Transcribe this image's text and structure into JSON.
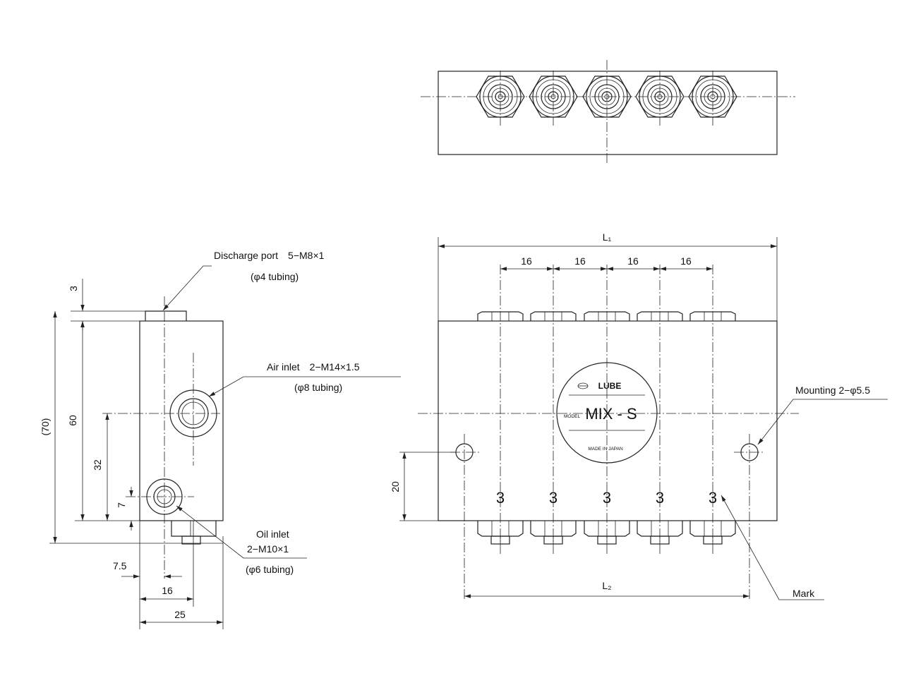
{
  "labels": {
    "discharge_port": "Discharge port　5−M8×1",
    "discharge_tubing": "(φ4 tubing)",
    "air_inlet": "Air inlet　2−M14×1.5",
    "air_tubing": "(φ8 tubing)",
    "oil_inlet_1": "Oil inlet",
    "oil_inlet_2": "2−M10×1",
    "oil_tubing": "(φ6 tubing)",
    "mounting": "Mounting 2−φ5.5",
    "mark": "Mark"
  },
  "dimensions": {
    "side_top_3": "3",
    "side_height_70": "(70)",
    "side_height_60": "60",
    "side_32": "32",
    "side_7": "7",
    "side_7_5": "7.5",
    "side_16": "16",
    "side_25": "25",
    "front_L1": "L₁",
    "front_L2": "L₂",
    "front_pitch": [
      "16",
      "16",
      "16",
      "16"
    ],
    "front_20": "20"
  },
  "nameplate": {
    "brand": "LUBE",
    "model_label": "MODEL",
    "model": "MIX - S",
    "origin": "MADE IN JAPAN"
  },
  "port_marks": [
    "3",
    "3",
    "3",
    "3",
    "3"
  ]
}
